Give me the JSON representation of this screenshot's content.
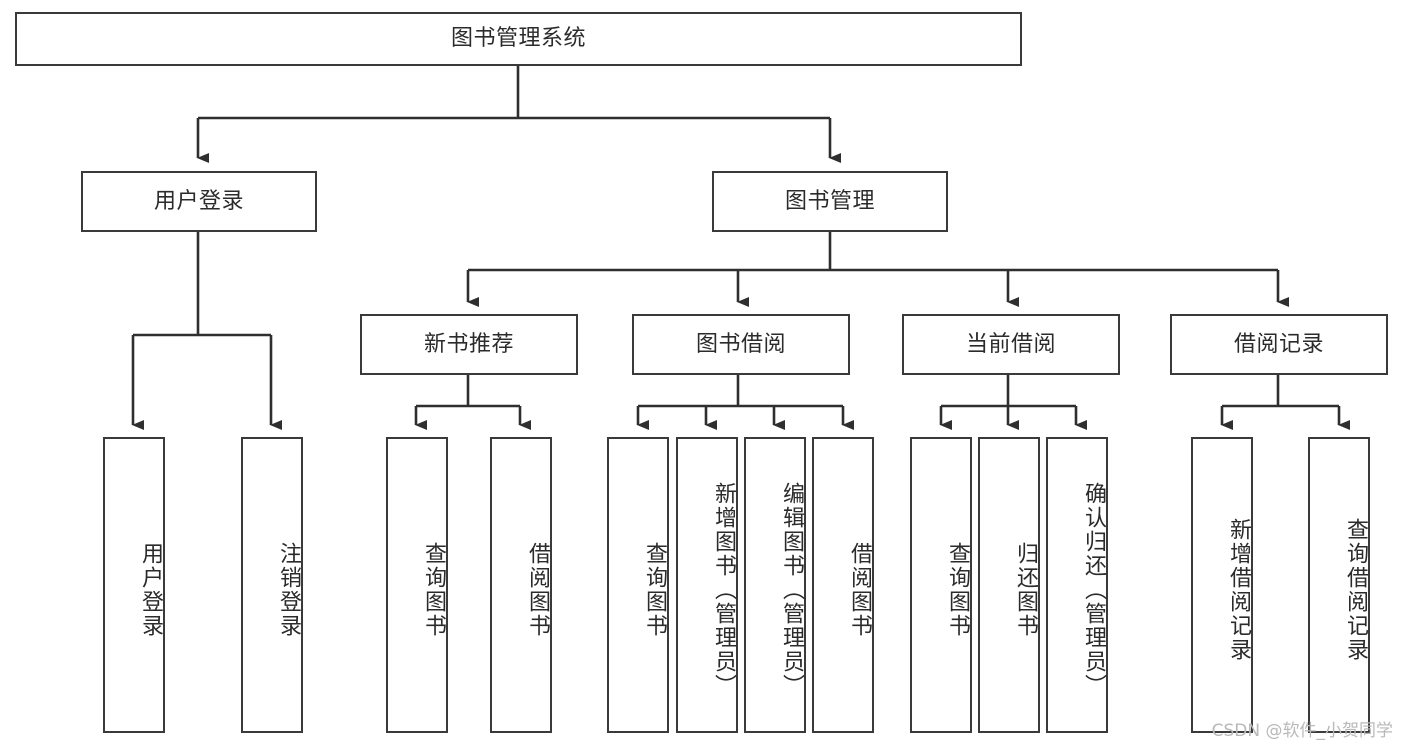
{
  "diagram": {
    "title": "图书管理系统",
    "type": "tree-hierarchy",
    "stroke_color": "#3a3a3a",
    "text_color": "#2b2b2b",
    "background_color": "#ffffff",
    "nodes": {
      "root": {
        "label": "图书管理系统",
        "orientation": "horizontal"
      },
      "user_login": {
        "label": "用户登录",
        "orientation": "horizontal"
      },
      "book_manage": {
        "label": "图书管理",
        "orientation": "horizontal"
      },
      "new_book_rec": {
        "label": "新书推荐",
        "orientation": "horizontal"
      },
      "book_borrow": {
        "label": "图书借阅",
        "orientation": "horizontal"
      },
      "current_borrow": {
        "label": "当前借阅",
        "orientation": "horizontal"
      },
      "borrow_record": {
        "label": "借阅记录",
        "orientation": "horizontal"
      },
      "leaf_user_login": {
        "label": "用户登录",
        "orientation": "vertical"
      },
      "leaf_logout": {
        "label": "注销登录",
        "orientation": "vertical"
      },
      "leaf_query_book_rec": {
        "label": "查询图书",
        "orientation": "vertical"
      },
      "leaf_borrow_book_rec": {
        "label": "借阅图书",
        "orientation": "vertical"
      },
      "leaf_query_book_borrow": {
        "label": "查询图书",
        "orientation": "vertical"
      },
      "leaf_add_book": {
        "label": "新增图书（管理员）",
        "orientation": "vertical"
      },
      "leaf_edit_book": {
        "label": "编辑图书（管理员）",
        "orientation": "vertical"
      },
      "leaf_borrow_book": {
        "label": "借阅图书",
        "orientation": "vertical"
      },
      "leaf_query_book_cur": {
        "label": "查询图书",
        "orientation": "vertical"
      },
      "leaf_return_book": {
        "label": "归还图书",
        "orientation": "vertical"
      },
      "leaf_confirm_return": {
        "label": "确认归还（管理员）",
        "orientation": "vertical"
      },
      "leaf_add_record": {
        "label": "新增借阅记录",
        "orientation": "vertical"
      },
      "leaf_query_record": {
        "label": "查询借阅记录",
        "orientation": "vertical"
      }
    }
  },
  "watermark": {
    "text": "CSDN @软件_小贺同学"
  }
}
